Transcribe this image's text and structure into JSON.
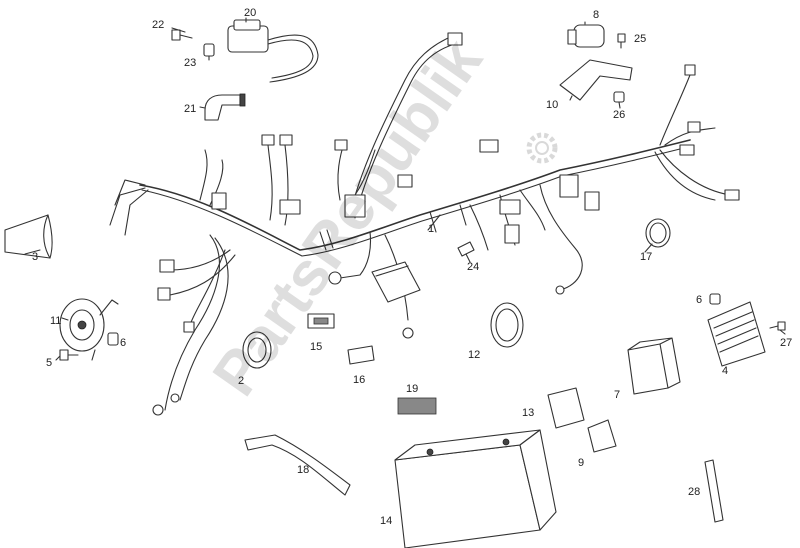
{
  "watermark": "PartsRepublik",
  "callouts": [
    {
      "id": "1",
      "text": "1"
    },
    {
      "id": "2",
      "text": "2"
    },
    {
      "id": "3",
      "text": "3"
    },
    {
      "id": "4",
      "text": "4"
    },
    {
      "id": "5",
      "text": "5"
    },
    {
      "id": "6a",
      "text": "6"
    },
    {
      "id": "6b",
      "text": "6"
    },
    {
      "id": "7",
      "text": "7"
    },
    {
      "id": "8",
      "text": "8"
    },
    {
      "id": "9",
      "text": "9"
    },
    {
      "id": "10",
      "text": "10"
    },
    {
      "id": "11",
      "text": "11"
    },
    {
      "id": "12",
      "text": "12"
    },
    {
      "id": "13",
      "text": "13"
    },
    {
      "id": "14",
      "text": "14"
    },
    {
      "id": "15",
      "text": "15"
    },
    {
      "id": "16",
      "text": "16"
    },
    {
      "id": "17",
      "text": "17"
    },
    {
      "id": "18",
      "text": "18"
    },
    {
      "id": "19",
      "text": "19"
    },
    {
      "id": "20",
      "text": "20"
    },
    {
      "id": "21",
      "text": "21"
    },
    {
      "id": "22",
      "text": "22"
    },
    {
      "id": "23",
      "text": "23"
    },
    {
      "id": "24",
      "text": "24"
    },
    {
      "id": "25",
      "text": "25"
    },
    {
      "id": "26",
      "text": "26"
    },
    {
      "id": "27",
      "text": "27"
    },
    {
      "id": "28",
      "text": "28"
    }
  ],
  "colors": {
    "line": "#333333",
    "background": "#ffffff",
    "watermark": "#000000"
  }
}
